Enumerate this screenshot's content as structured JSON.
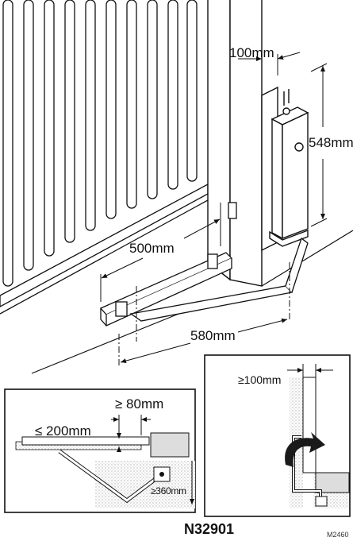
{
  "colors": {
    "ink": "#111111",
    "hatch": "#9a9a9a",
    "panel_border": "#111111",
    "arrow_fill": "#1a1a1a"
  },
  "labels": {
    "dim_100": "100mm",
    "dim_548": "548mm",
    "dim_500": "500mm",
    "dim_580": "580mm",
    "inset_left_80": "≥ 80mm",
    "inset_left_200": "≤ 200mm",
    "inset_left_360": "≥360mm",
    "inset_right_100": "≥100mm",
    "model_code": "N32901",
    "figure_ref": "M2460"
  },
  "icons": {
    "rotation_arrow": "curved-arrow-icon"
  }
}
